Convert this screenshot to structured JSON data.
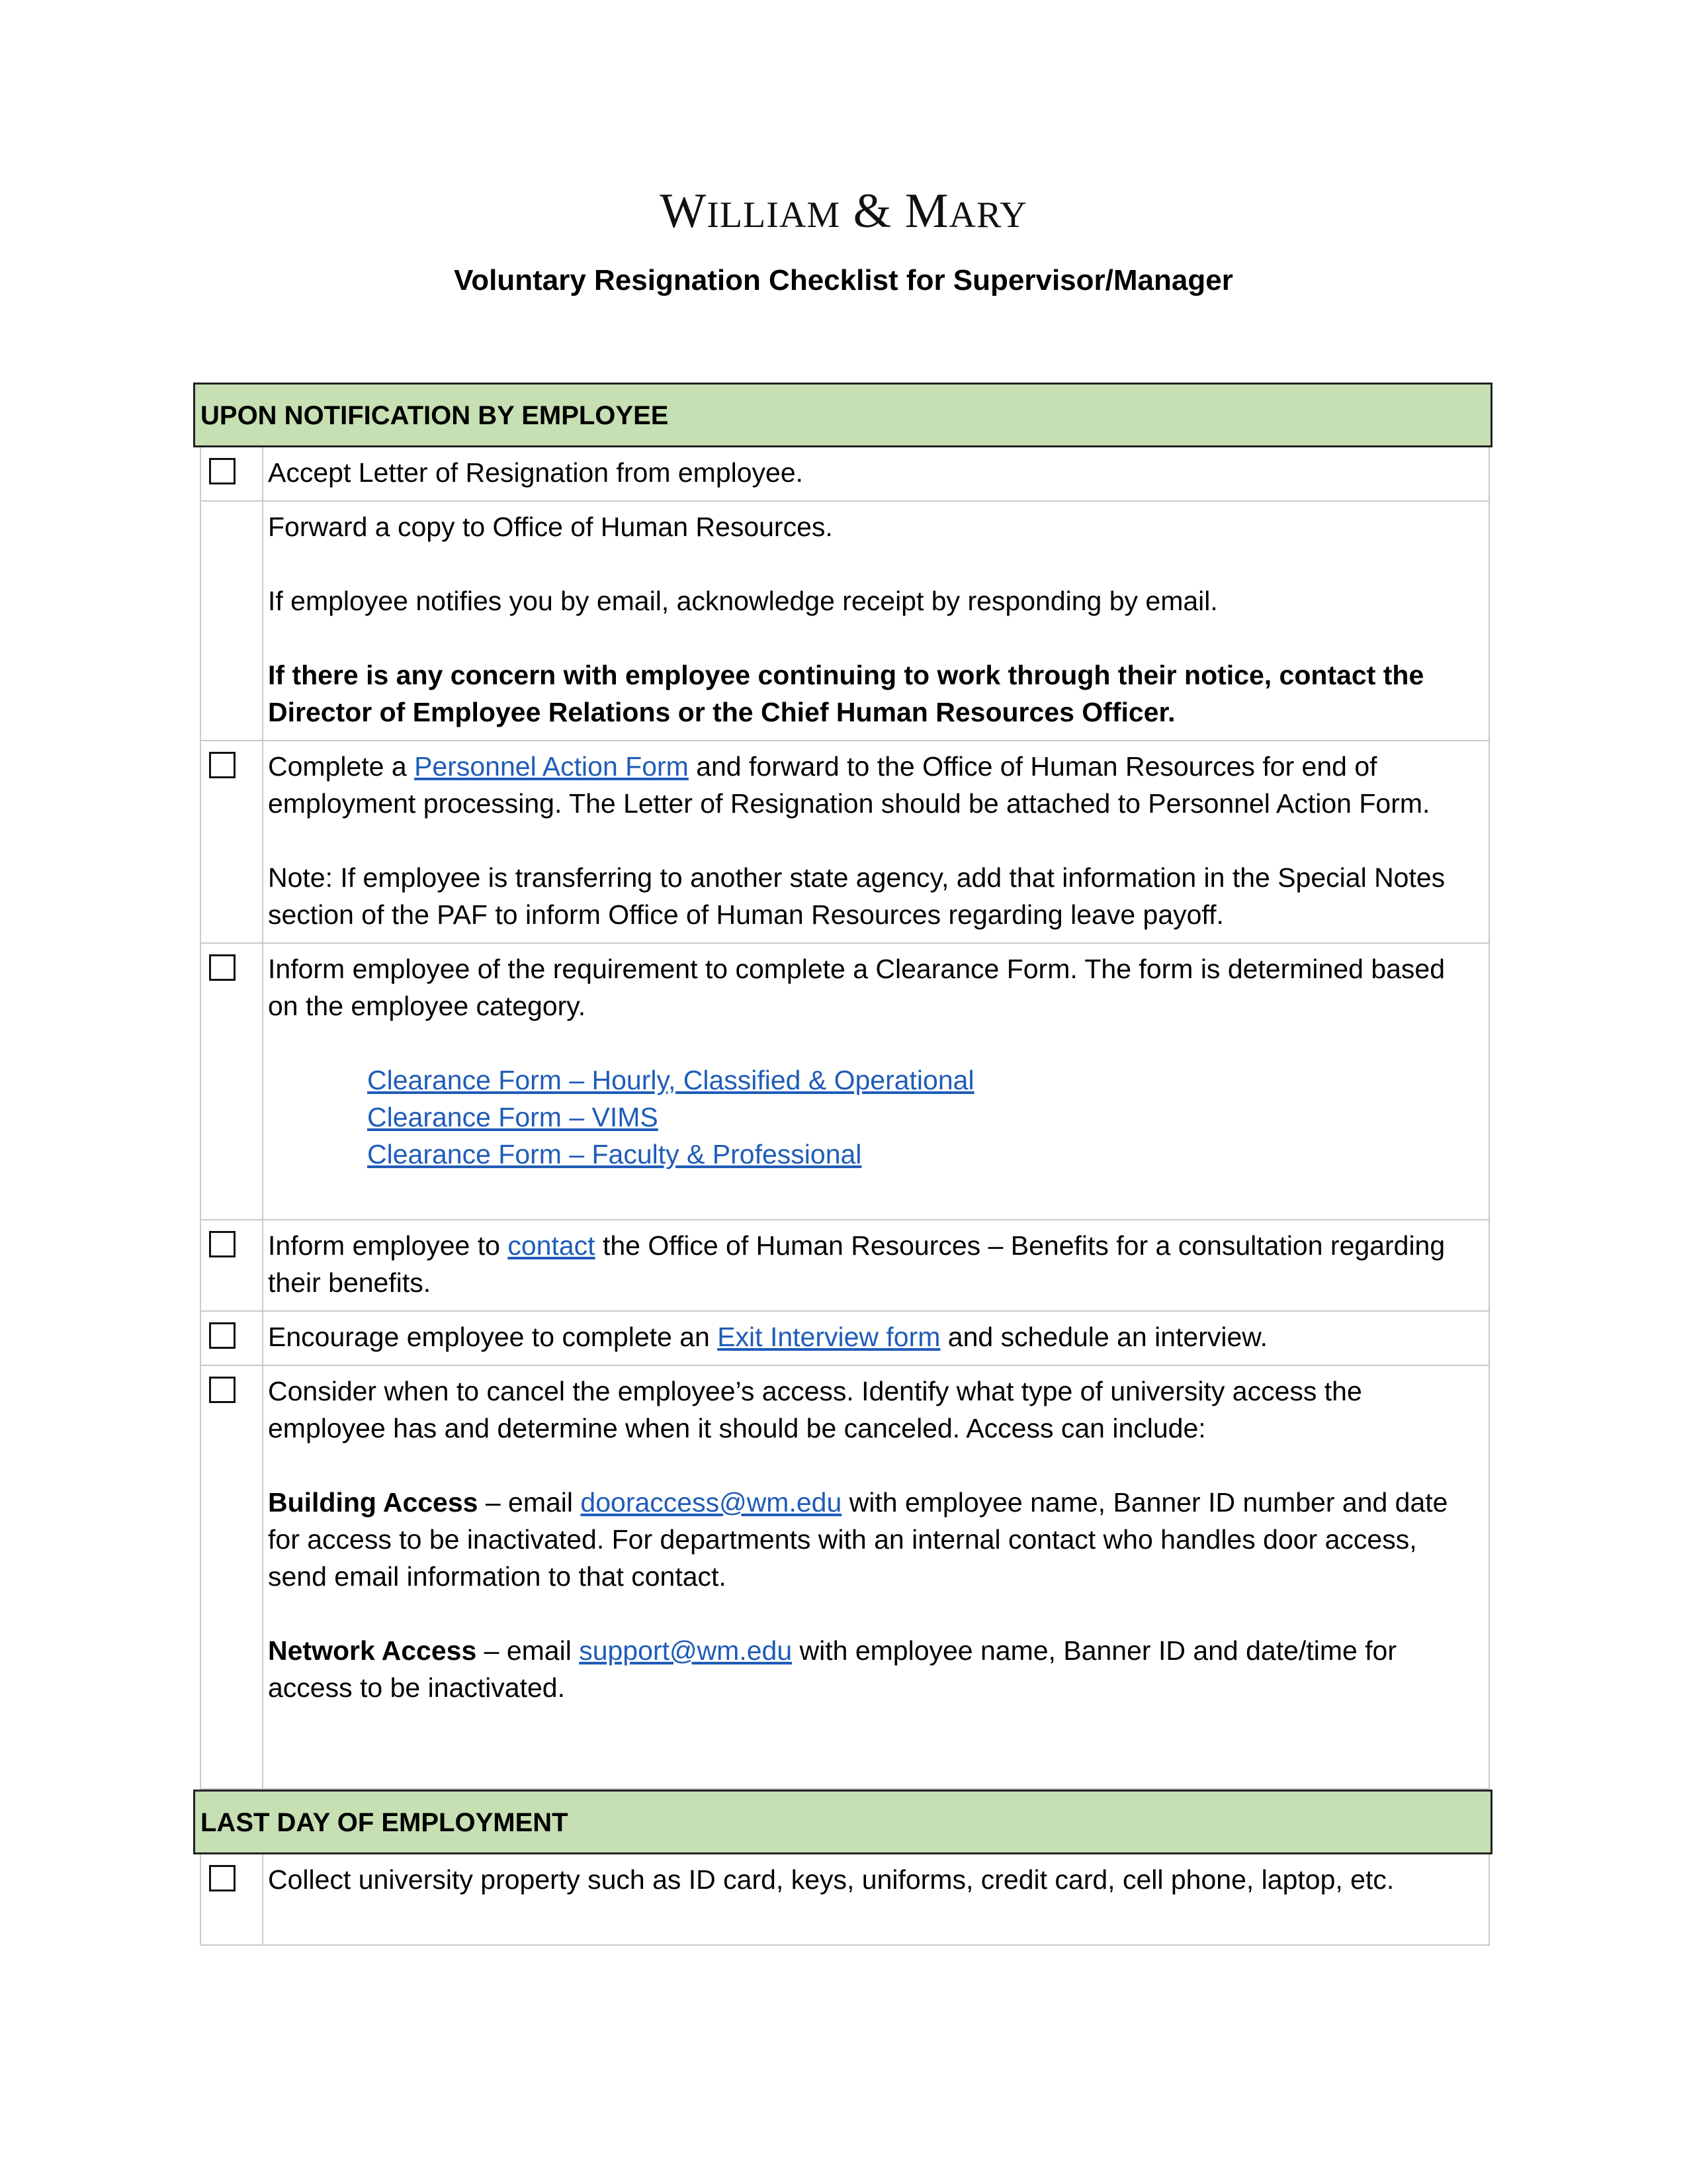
{
  "header": {
    "logo_first": "W",
    "logo_word1_rest": "ILLIAM",
    "logo_amp": " & ",
    "logo_second": "M",
    "logo_word2_rest": "ARY",
    "title": "Voluntary Resignation Checklist for Supervisor/Manager"
  },
  "sections": {
    "upon_notification": {
      "heading": "UPON NOTIFICATION BY EMPLOYEE",
      "item1": {
        "text": "Accept Letter of Resignation from employee."
      },
      "item2": {
        "line1": "Forward a copy to Office of Human Resources.",
        "line2": "If employee notifies you by email, acknowledge receipt by responding by email.",
        "bold_note": "If there is any concern with employee continuing to work through their notice, contact the Director of Employee Relations or the Chief Human Resources Officer."
      },
      "item3": {
        "pre": "Complete a ",
        "link": "Personnel Action Form",
        "post": " and forward to the Office of Human Resources for end of employment processing.   The Letter of Resignation should be attached to Personnel Action Form.",
        "note": "Note:  If employee is transferring to another state agency, add that information in the Special Notes section of the PAF to inform Office of Human Resources regarding leave payoff."
      },
      "item4": {
        "text": "Inform employee of the requirement to complete a Clearance Form.  The form is determined based on the employee category.",
        "links": [
          "Clearance Form – Hourly, Classified & Operational",
          "Clearance Form – VIMS",
          "Clearance Form – Faculty & Professional"
        ]
      },
      "item5": {
        "pre": "Inform employee to ",
        "link": "contact",
        "post": " the Office of Human Resources – Benefits for a consultation regarding their benefits."
      },
      "item6": {
        "pre": "Encourage employee to complete an ",
        "link": "Exit Interview form",
        "post": " and schedule an interview."
      },
      "item7": {
        "intro": "Consider when to cancel the employee’s access.  Identify what type of university access the employee has and determine when it should be canceled.  Access can include:",
        "building_label": "Building Access",
        "building_pre": " – email ",
        "building_email": "dooraccess@wm.edu",
        "building_post": " with employee name, Banner ID number and date for access to be inactivated.  For departments with an internal contact who handles door access, send email information to that contact.",
        "network_label": "Network Access",
        "network_pre": " – email ",
        "network_email": "support@wm.edu",
        "network_post": " with employee name, Banner ID and date/time for access to be inactivated."
      }
    },
    "last_day": {
      "heading": "LAST DAY OF EMPLOYMENT",
      "item1": {
        "text": "Collect university property such as ID card, keys, uniforms, credit card, cell phone, laptop, etc."
      }
    }
  },
  "colors": {
    "section_header_bg": "#c6dfb3",
    "link": "#1f5cb8",
    "grid": "#c9c9c9"
  }
}
